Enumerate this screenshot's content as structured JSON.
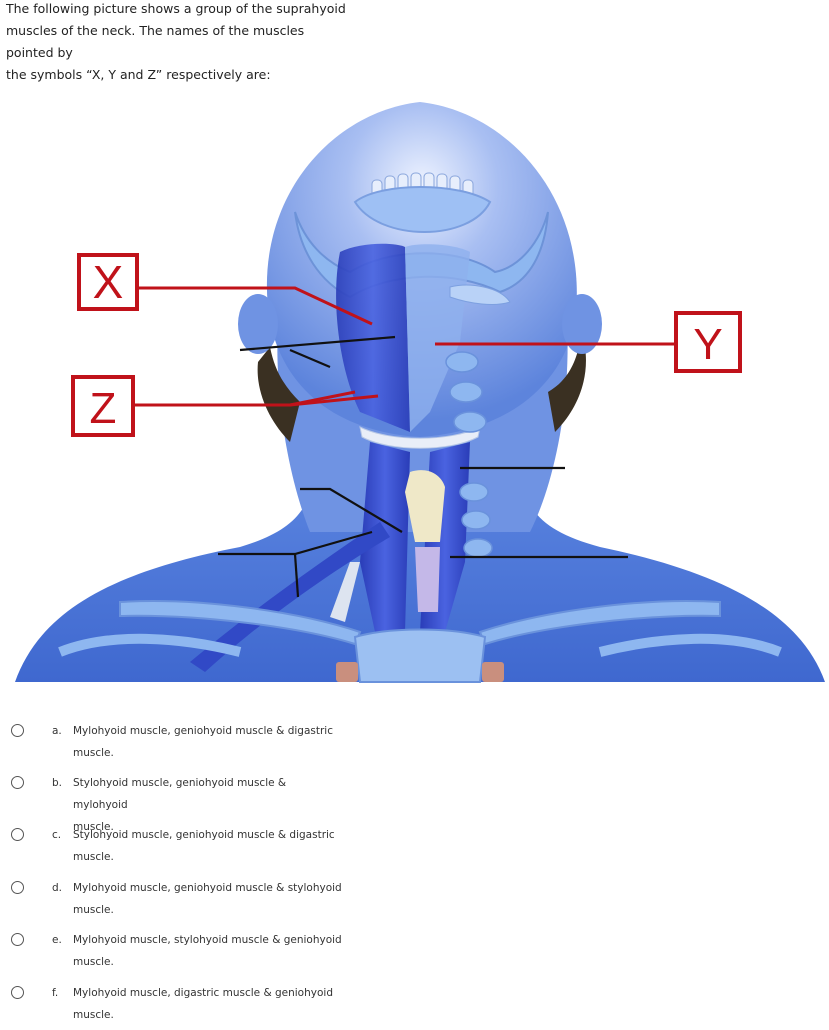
{
  "question": {
    "line1": "The following picture shows a group of the suprahyoid",
    "line2": "muscles of the neck. The names of the muscles pointed by",
    "line3": "the symbols “X, Y and Z” respectively are:"
  },
  "figure": {
    "labels": {
      "x": "X",
      "y": "Y",
      "z": "Z"
    },
    "colors": {
      "label_red": "#c0121a",
      "body_blue": "#5f86dd",
      "muscle_blue": "#2f45c8",
      "bone": "#8eb7f0"
    }
  },
  "options": [
    {
      "letter": "a.",
      "line1": "Mylohyoid muscle, geniohyoid muscle & digastric",
      "line2": "muscle."
    },
    {
      "letter": "b.",
      "line1": "Stylohyoid muscle, geniohyoid muscle & mylohyoid",
      "line2": "muscle."
    },
    {
      "letter": "c.",
      "line1": "Stylohyoid muscle, geniohyoid muscle & digastric",
      "line2": "muscle."
    },
    {
      "letter": "d.",
      "line1": "Mylohyoid muscle, geniohyoid muscle & stylohyoid",
      "line2": "muscle."
    },
    {
      "letter": "e.",
      "line1": "Mylohyoid muscle, stylohyoid muscle & geniohyoid",
      "line2": "muscle."
    },
    {
      "letter": "f.",
      "line1": "Mylohyoid muscle, digastric muscle & geniohyoid",
      "line2": "muscle."
    }
  ]
}
